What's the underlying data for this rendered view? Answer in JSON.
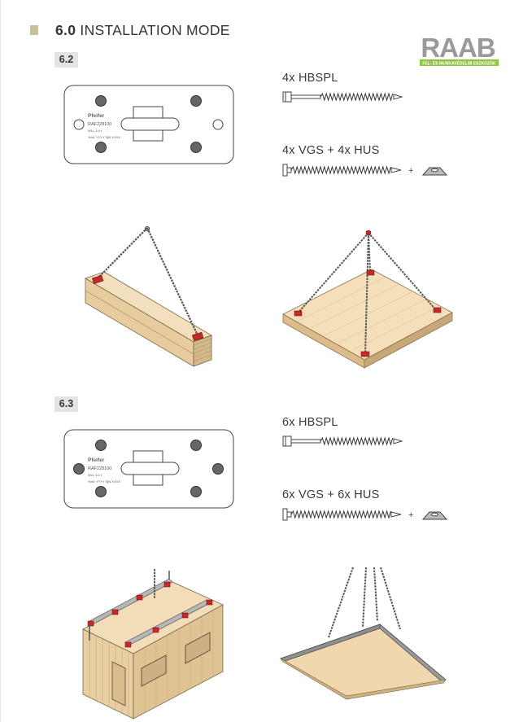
{
  "header": {
    "section_number": "6.0",
    "section_title": "INSTALLATION MODE"
  },
  "logo": {
    "text": "RAAB",
    "tagline": "FEL- ÉS MUNKAVÉDELMI ESZKÖZÖK",
    "colors": {
      "letters": "#9a9a9a",
      "tagline_bg": "#8dc63f"
    }
  },
  "plate_markings": {
    "brand": "Pfeifer",
    "model": "RAF228100",
    "wll": "WLL 3,4 t",
    "serial": "YoM: YYYY SjN XXXX"
  },
  "sections": [
    {
      "tag": "6.2",
      "screws": [
        {
          "label": "4x HBSPL",
          "has_washer": false
        },
        {
          "label": "4x VGS + 4x HUS",
          "has_washer": true,
          "plus": "+"
        }
      ]
    },
    {
      "tag": "6.3",
      "screws": [
        {
          "label": "6x HBSPL",
          "has_washer": false
        },
        {
          "label": "6x VGS + 6x HUS",
          "has_washer": true,
          "plus": "+"
        }
      ]
    }
  ],
  "colors": {
    "wood_light": "#eed9b4",
    "wood_mid": "#dcc294",
    "wood_dark": "#b89a6c",
    "accent_red": "#c8282a",
    "chain": "#555555",
    "tag_bg": "#e4e4e4"
  }
}
